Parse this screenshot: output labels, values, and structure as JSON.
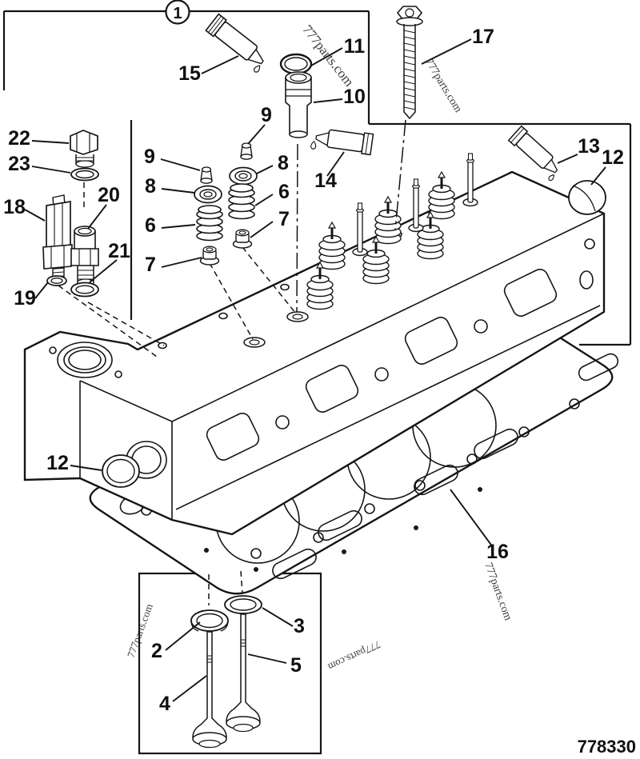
{
  "diagram": {
    "figure_circle_label": "1",
    "part_number": "778330",
    "watermark_text": "777parts.com",
    "callouts": {
      "l1": "1",
      "l2": "2",
      "l3": "3",
      "l4": "4",
      "l5": "5",
      "l6a": "6",
      "l6b": "6",
      "l7a": "7",
      "l7b": "7",
      "l8a": "8",
      "l8b": "8",
      "l9a": "9",
      "l9b": "9",
      "l10": "10",
      "l11": "11",
      "l12a": "12",
      "l12b": "12",
      "l13": "13",
      "l14": "14",
      "l15": "15",
      "l16": "16",
      "l17": "17",
      "l18": "18",
      "l19": "19",
      "l20": "20",
      "l21": "21",
      "l22": "22",
      "l23": "23"
    },
    "watermarks": {
      "w1": "777parts.com",
      "w2": "777parts.com",
      "w3": "777parts.com",
      "w4": "777parts.com",
      "w5": "777parts.com"
    }
  }
}
